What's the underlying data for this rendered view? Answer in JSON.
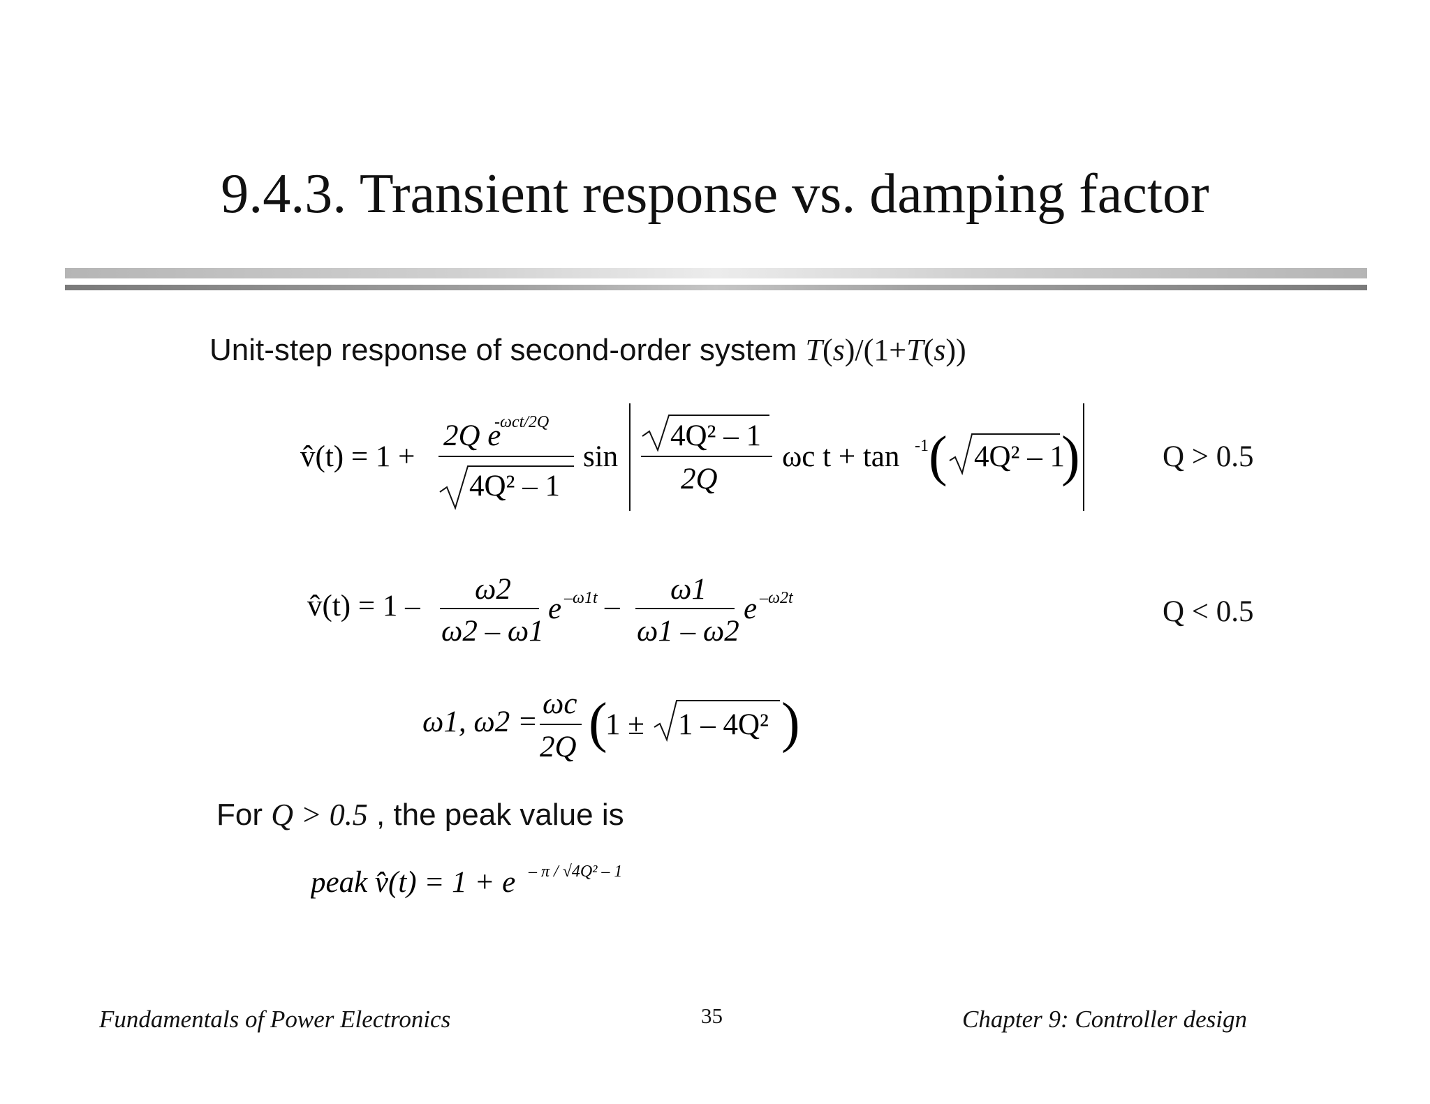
{
  "title": "9.4.3.  Transient response vs. damping factor",
  "intro": {
    "text": "Unit-step response of second-order system",
    "tf_T": "T",
    "tf_s": "s",
    "tf_mid": ")/(1+",
    "tf_open": "(",
    "tf_close": "))"
  },
  "eq_underdamped": {
    "lhs": "v̂(t) = 1 +",
    "num": "2Q e",
    "num_exp": "-ωct/2Q",
    "den": "4Q² – 1",
    "sin": "sin",
    "inner_num": "4Q² – 1",
    "inner_den": "2Q",
    "omega_t": "ωc t + tan",
    "tan_exp": "-1",
    "tan_arg": "4Q² – 1",
    "condition": "Q > 0.5"
  },
  "eq_overdamped": {
    "lhs": "v̂(t) = 1 –",
    "f1_num": "ω2",
    "f1_den": "ω2 – ω1",
    "e1": "e",
    "e1_exp": "–ω1t",
    "minus": "–",
    "f2_num": "ω1",
    "f2_den": "ω1 – ω2",
    "e2": "e",
    "e2_exp": "–ω2t",
    "condition": "Q < 0.5"
  },
  "eq_roots": {
    "lhs": "ω1, ω2 =",
    "num": "ωc",
    "den": "2Q",
    "one_pm": "1 ±",
    "sqrt_arg": "1 – 4Q²"
  },
  "peak_intro": {
    "for": "For",
    "cond": "Q > 0.5",
    "rest": ", the peak value is"
  },
  "peak_eq": {
    "lhs": "peak v̂(t) = 1 + e",
    "exp": "– π / √4Q² – 1"
  },
  "footer": {
    "left": "Fundamentals of Power Electronics",
    "center": "35",
    "right": "Chapter 9: Controller design"
  }
}
